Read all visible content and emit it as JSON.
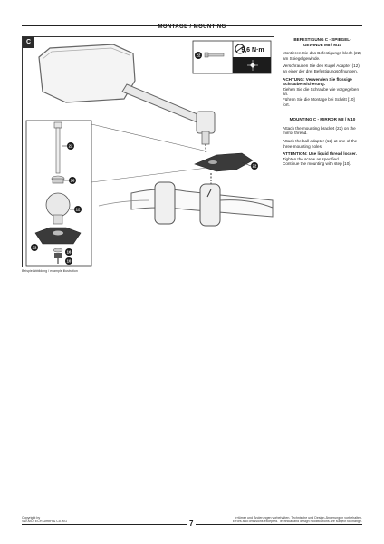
{
  "header": {
    "title": "MONTAGE / MOUNTING"
  },
  "illustration": {
    "step_label": "C",
    "torque_value": "9,6 N·m",
    "part_numbers": {
      "screw": "22",
      "ball_adapter": "12",
      "washer": "16",
      "bracket": "22",
      "lower_mount": "10"
    },
    "caption": "Beispielabbildung / example illustration"
  },
  "german": {
    "heading_line1": "BEFESTIGUNG  C - SPIEGEL-",
    "heading_line2": "GEWINDE M8 / M10",
    "p1": "Montieren Sie das Befestigungs-blech (22) am Spiegelgewinde.",
    "p2": "Verschrauben Sie den Kugel Adapter (12) an einer der drei Befestigungsöffnungen.",
    "p3_bold": "ACHTUNG: Verwenden Sie flüssige Schraubensicherung.",
    "p3_rest": "Ziehen Sie die Schraube wie vorgegeben an.",
    "p4": "Führen Sie die Montage bei Schritt [10] fort."
  },
  "english": {
    "heading": "MOUNTING C - MIRROR M8 / M10",
    "p1": "Attach the mounting bracket (22) on the mirror thread.",
    "p2": "Attach the ball adapter (12) at one of the three mounting holes.",
    "p3_bold": "ATTENTION: Use liquid thread locker.",
    "p3_rest": "Tighten the screw as specified.",
    "p4": "Continue the mounting with step [10]."
  },
  "footer": {
    "copyright_line1": "Copyright by",
    "copyright_line2": "SW-MOTECH GmbH & Co. KG",
    "page_number": "7",
    "notes_line1": "Irrtümer und Änderungen vorbehalten. Technische und Design-Änderungen vorbehalten.",
    "notes_line2": "Errors and omissions excepted. Technical and design modifications are subject to change."
  }
}
